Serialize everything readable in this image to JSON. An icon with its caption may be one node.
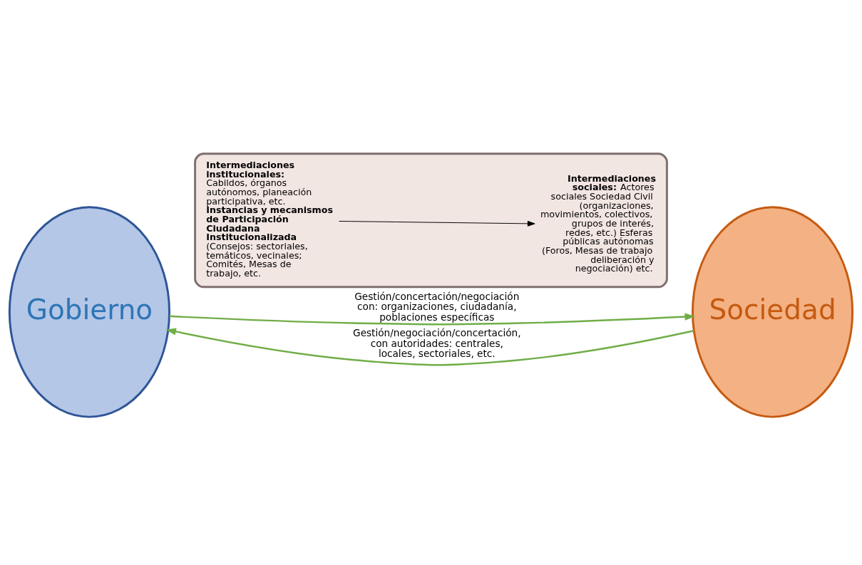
{
  "diagram": {
    "nodes": [
      {
        "text": [
          "Gobierno"
        ]
      },
      {
        "text": [
          "Sociedad"
        ]
      },
      {
        "text": [],
        "shape": "box"
      },
      {
        "text": [
          "**Intermediaciones institucionales:** Cabildos, órganos autónomos, planeación participativa, etc. **Instancias y mecanismos de Participación Ciudadana Institucionalizada** (Consejos: sectoriales, temáticos, vecinales; Comités, Mesas de trabajo, etc."
        ],
        "in": 2
      },
      {
        "text": [
          "**Intermediaciones sociales:** Actores sociales Sociedad Civil (organizaciones, movimientos, colectivos, grupos de interés, redes, etc.) Esferas públicas autónomas (Foros, Mesas de trabajo deliberación y negociación) etc."
        ],
        "in": 2
      }
    ],
    "edges": [
      {
        "from": 0,
        "to": 1,
        "arrow": "to",
        "label": "Gestión/concertación/negociación con: organizaciones, ciudadanía, poblaciones específicas",
        "color": "#70ad47"
      },
      {
        "from": 1,
        "to": 0,
        "arrow": "to",
        "label": "Gestión/negociación/concertación, con autoridades: centrales, locales, sectoriales, etc.",
        "color": "#70ad47"
      },
      {
        "from": 3,
        "to": 4,
        "arrow": "to",
        "color": "#000000"
      }
    ]
  }
}
